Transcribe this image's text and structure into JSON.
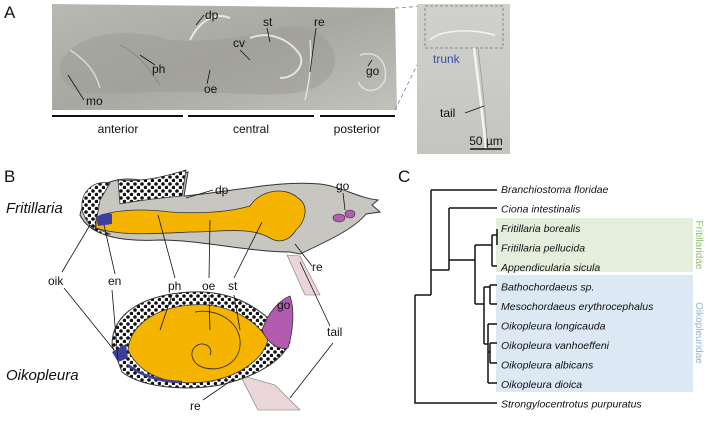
{
  "panel_a": {
    "letter": "A",
    "structures": {
      "dp": "dp",
      "st": "st",
      "re": "re",
      "cv": "cv",
      "oe": "oe",
      "mo": "mo",
      "ph": "ph",
      "go": "go"
    },
    "regions": {
      "anterior": "anterior",
      "central": "central",
      "posterior": "posterior"
    },
    "trunk": "trunk",
    "tail": "tail",
    "scale_bar": "50 µm"
  },
  "panel_b": {
    "letter": "B",
    "fritillaria": "Fritillaria",
    "oikopleura": "Oikopleura",
    "labels": {
      "dp": "dp",
      "go_f": "go",
      "re_f": "re",
      "oik": "oik",
      "en": "en",
      "ph": "ph",
      "oe": "oe",
      "st": "st",
      "go_o": "go",
      "tail": "tail",
      "re_o": "re"
    }
  },
  "panel_c": {
    "letter": "C",
    "taxa": [
      "Branchiostoma floridae",
      "Ciona intestinalis",
      "Fritillaria borealis",
      "Fritillaria pellucida",
      "Appendicularia sicula",
      "Bathochordaeus sp.",
      "Mesochordaeus erythrocephalus",
      "Oikopleura longicauda",
      "Oikopleura vanhoeffeni",
      "Oikopleura albicans",
      "Oikopleura dioica",
      "Strongylocentrotus purpuratus"
    ],
    "families": {
      "fritillaridae": "Fritillaridae",
      "oikopleuridae": "Oikopleuridae"
    }
  },
  "colors": {
    "gut": "#f5b400",
    "gonad": "#b25bb0",
    "endostyle": "#3b3f9a",
    "fritillarid_shade": "#e3efdc",
    "oikopleurid_shade": "#dce8f4",
    "fritillarid_text": "#8cc26a",
    "oikopleurid_text": "#8fb6dc",
    "trunk_text": "#3c4fa8"
  }
}
